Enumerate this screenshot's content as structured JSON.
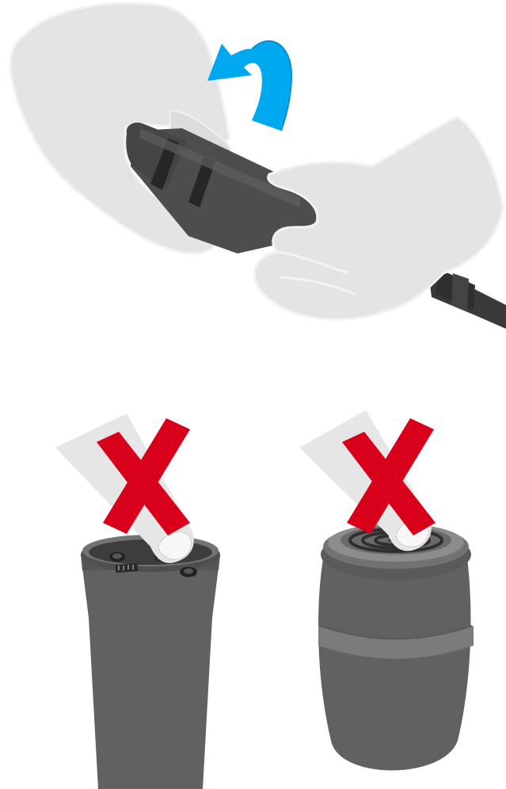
{
  "figure": {
    "panels": [
      {
        "id": "unscrew-capsule",
        "icons": [
          "hand-left-icon",
          "hand-right-icon",
          "microphone-handle-icon",
          "rotate-arrow-icon"
        ]
      },
      {
        "id": "do-not-touch-contacts",
        "icons": [
          "finger-left-icon",
          "contact-plate-icon",
          "cross-mark-icon"
        ]
      },
      {
        "id": "do-not-touch-capsule",
        "icons": [
          "finger-right-icon",
          "capsule-head-icon",
          "cross-mark-icon"
        ]
      }
    ],
    "colors": {
      "arrow": "#00a8f0",
      "cross": "#d9001b",
      "device_dark": "#4a4a4a",
      "device_body": "#616161",
      "skin": "#e6e6e6"
    }
  }
}
